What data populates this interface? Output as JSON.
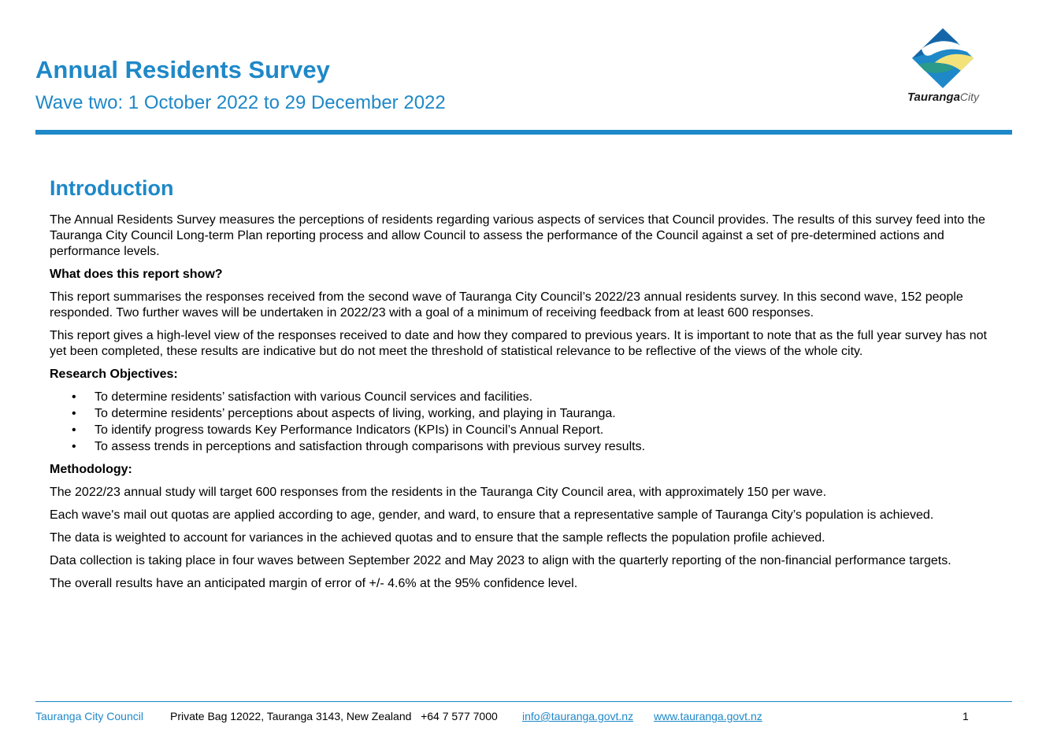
{
  "header": {
    "title": "Annual Residents Survey",
    "subtitle": "Wave two: 1 October 2022 to 29 December 2022",
    "logo": {
      "word_bold": "Tauranga",
      "word_light": "City",
      "icon": "tauranga-city-logo-icon"
    },
    "accent_color": "#1e88c8"
  },
  "intro": {
    "heading": "Introduction",
    "paragraph": "The Annual Residents Survey measures the perceptions of residents regarding various aspects of services that Council provides. The results of this survey feed into the Tauranga City Council Long-term Plan reporting process and allow Council to assess the performance of the Council against a set of pre-determined actions and performance levels."
  },
  "report_show": {
    "heading": "What does this report show?",
    "p1": "This report summarises the responses received from the second wave of Tauranga City Council’s 2022/23 annual residents survey. In this second wave, 152 people responded. Two further waves will be undertaken in 2022/23 with a goal of a minimum of receiving feedback from at least 600 responses.",
    "p2": "This report gives a high-level view of the responses received to date and how they compared to previous years. It is important to note that as the full year survey has not yet been completed, these results are indicative but do not meet the threshold of statistical relevance to be reflective of the views of the whole city."
  },
  "objectives": {
    "heading": "Research Objectives:",
    "items": [
      "To determine residents’ satisfaction with various Council services and facilities.",
      "To determine residents’ perceptions about aspects of living, working, and playing in Tauranga.",
      "To identify progress towards Key Performance Indicators (KPIs) in Council’s Annual Report.",
      "To assess trends in perceptions and satisfaction through comparisons with previous survey results."
    ]
  },
  "methodology": {
    "heading": "Methodology:",
    "paragraphs": [
      "The 2022/23 annual study will target 600 responses from the residents in the Tauranga City Council area, with approximately 150 per wave.",
      "Each wave's mail out quotas are applied according to age, gender, and ward, to ensure that a representative sample of Tauranga City’s population is achieved.",
      "The data is weighted to account for variances in the achieved quotas and to ensure that the sample reflects the population profile achieved.",
      "Data collection is taking place in four waves between September 2022 and May 2023 to align with the quarterly reporting of the non-financial performance targets.",
      "The overall results have an anticipated margin of error of +/- 4.6% at the 95% confidence level."
    ]
  },
  "footer": {
    "org": "Tauranga City Council",
    "address": "Private Bag 12022, Tauranga 3143, New Zealand   +64 7 577 7000",
    "email": "info@tauranga.govt.nz",
    "website": "www.tauranga.govt.nz",
    "page_number": "1"
  }
}
